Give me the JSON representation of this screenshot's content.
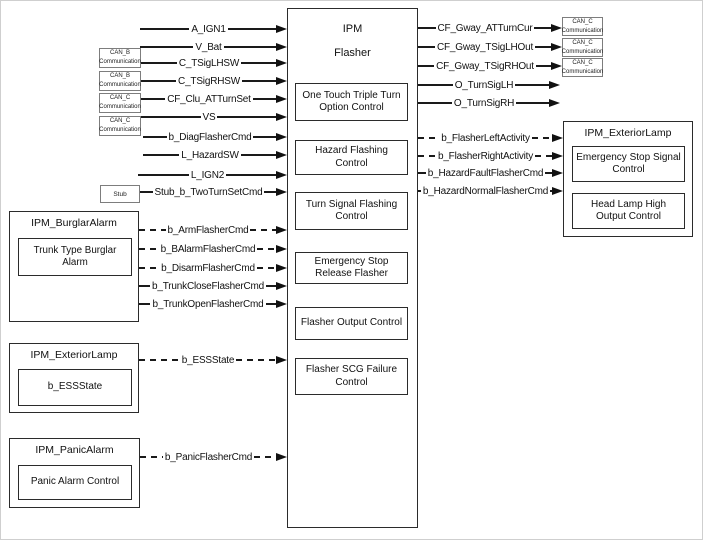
{
  "central_block": {
    "title": "IPM",
    "subtitle": "Flasher",
    "functions": [
      "One Touch Triple Turn Option Control",
      "Hazard Flashing Control",
      "Turn Signal Flashing Control",
      "Emergency Stop Release Flasher",
      "Flasher Output Control",
      "Flasher SCG Failure Control"
    ]
  },
  "inputs": [
    {
      "label": "A_IGN1",
      "line": "solid",
      "source": "none"
    },
    {
      "label": "V_Bat",
      "line": "solid",
      "source": "none"
    },
    {
      "label": "C_TSigLHSW",
      "line": "solid",
      "source": "CAN_B Communication"
    },
    {
      "label": "C_TSigRHSW",
      "line": "solid",
      "source": "CAN_B Communication"
    },
    {
      "label": "CF_Clu_ATTurnSet",
      "line": "solid",
      "source": "CAN_C Communication"
    },
    {
      "label": "VS",
      "line": "solid",
      "source": "CAN_C Communication"
    },
    {
      "label": "b_DiagFlasherCmd",
      "line": "solid",
      "source": "none"
    },
    {
      "label": "L_HazardSW",
      "line": "solid",
      "source": "none"
    },
    {
      "label": "L_IGN2",
      "line": "solid",
      "source": "none"
    },
    {
      "label": "Stub_b_TwoTurnSetCmd",
      "line": "solid",
      "source": "Stub"
    },
    {
      "label": "b_ArmFlasherCmd",
      "line": "dashed",
      "source": "IPM_BurglarAlarm"
    },
    {
      "label": "b_BAlarmFlasherCmd",
      "line": "dashed",
      "source": "IPM_BurglarAlarm"
    },
    {
      "label": "b_DisarmFlasherCmd",
      "line": "dashed",
      "source": "IPM_BurglarAlarm"
    },
    {
      "label": "b_TrunkCloseFlasherCmd",
      "line": "solid",
      "source": "IPM_BurglarAlarm"
    },
    {
      "label": "b_TrunkOpenFlasherCmd",
      "line": "solid",
      "source": "IPM_BurglarAlarm"
    },
    {
      "label": "b_ESSState",
      "line": "dashed",
      "source": "IPM_ExteriorLamp"
    },
    {
      "label": "b_PanicFlasherCmd",
      "line": "dashed",
      "source": "IPM_PanicAlarm"
    }
  ],
  "outputs": [
    {
      "label": "CF_Gway_ATTurnCur",
      "line": "solid",
      "target": "CAN_C Communication"
    },
    {
      "label": "CF_Gway_TSigLHOut",
      "line": "solid",
      "target": "CAN_C Communication"
    },
    {
      "label": "CF_Gway_TSigRHOut",
      "line": "solid",
      "target": "CAN_C Communication"
    },
    {
      "label": "O_TurnSigLH",
      "line": "solid",
      "target": "none"
    },
    {
      "label": "O_TurnSigRH",
      "line": "solid",
      "target": "none"
    },
    {
      "label": "b_FlasherLeftActivity",
      "line": "dashed",
      "target": "IPM_ExteriorLamp"
    },
    {
      "label": "b_FlasherRightActivity",
      "line": "dashed",
      "target": "IPM_ExteriorLamp"
    },
    {
      "label": "b_HazardFaultFlasherCmd",
      "line": "solid",
      "target": "IPM_ExteriorLamp"
    },
    {
      "label": "b_HazardNormalFlasherCmd",
      "line": "solid",
      "target": "IPM_ExteriorLamp"
    }
  ],
  "shared_boxes": {
    "can_b": {
      "l1": "CAN_B",
      "l2": "Communication"
    },
    "can_c": {
      "l1": "CAN_C",
      "l2": "Communication"
    },
    "stub": "Stub"
  },
  "left_modules": [
    {
      "title": "IPM_BurglarAlarm",
      "item": "Trunk Type Burglar Alarm"
    },
    {
      "title": "IPM_ExteriorLamp",
      "item": "b_ESSState"
    },
    {
      "title": "IPM_PanicAlarm",
      "item": "Panic Alarm Control"
    }
  ],
  "right_module": {
    "title": "IPM_ExteriorLamp",
    "items": [
      "Emergency Stop Signal Control",
      "Head Lamp High Output Control"
    ]
  },
  "colors": {
    "line": "#1a1a1a",
    "border": "#2b2b2b",
    "background": "#ffffff"
  }
}
